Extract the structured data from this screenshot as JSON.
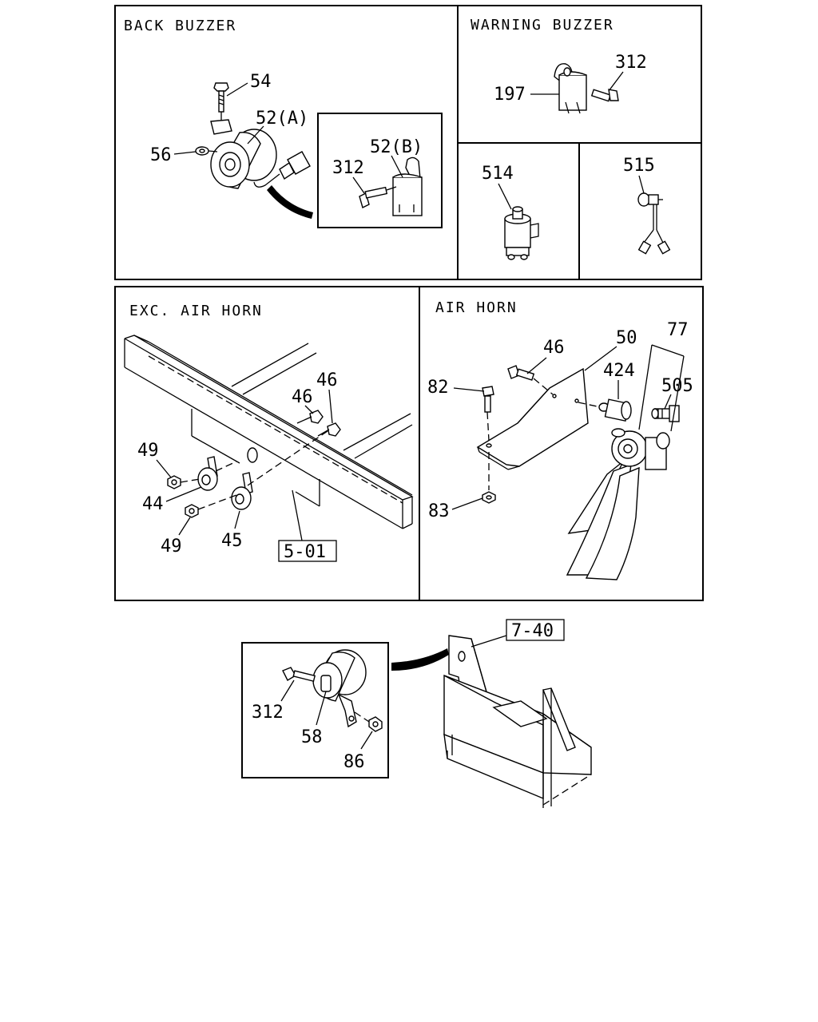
{
  "panels": {
    "back_buzzer": {
      "title": "BACK BUZZER",
      "callouts": [
        "54",
        "52(A)",
        "56",
        "52(B)",
        "312"
      ]
    },
    "warning_buzzer": {
      "title": "WARNING BUZZER",
      "callouts": [
        "312",
        "197"
      ]
    },
    "part_514": {
      "callouts": [
        "514"
      ]
    },
    "part_515": {
      "callouts": [
        "515"
      ]
    },
    "exc_air_horn": {
      "title": "EXC. AIR HORN",
      "callouts": [
        "46",
        "46",
        "49",
        "44",
        "49",
        "45"
      ],
      "reference": "5-01"
    },
    "air_horn": {
      "title": "AIR HORN",
      "callouts": [
        "77",
        "50",
        "46",
        "424",
        "82",
        "505",
        "83"
      ]
    },
    "lower_detail": {
      "callouts": [
        "312",
        "58",
        "86"
      ],
      "reference": "7-40"
    }
  }
}
